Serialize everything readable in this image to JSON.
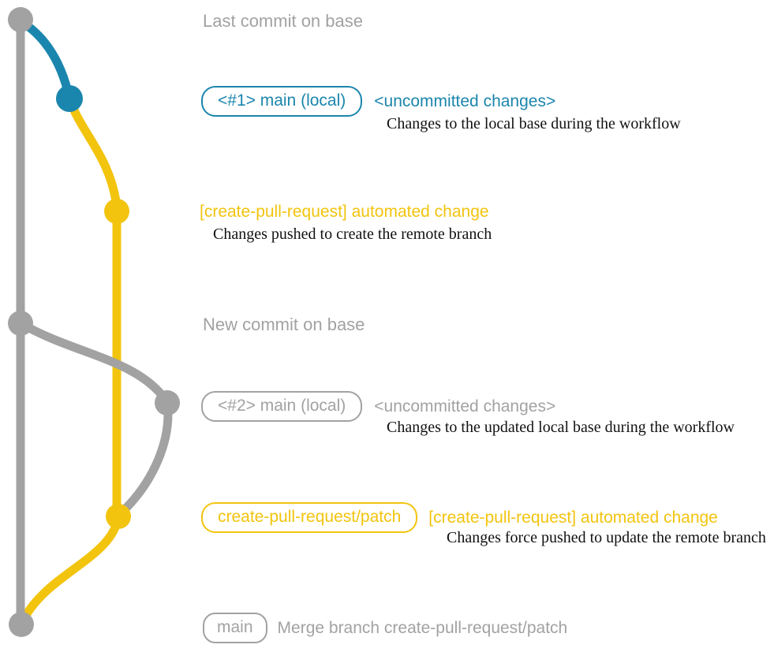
{
  "colors": {
    "gray": "#a2a2a2",
    "teal": "#1b86ad",
    "yellow": "#f2c40e",
    "caption_black": "#111111"
  },
  "graph": {
    "description": "git commit graph",
    "commits": [
      {
        "name": "last-commit-on-base",
        "color_name": "gray"
      },
      {
        "name": "uncommitted-changes-1",
        "color_name": "teal"
      },
      {
        "name": "automated-change-push",
        "color_name": "yellow"
      },
      {
        "name": "new-commit-on-base",
        "color_name": "gray"
      },
      {
        "name": "uncommitted-changes-2",
        "color_name": "gray"
      },
      {
        "name": "automated-change-force-push",
        "color_name": "yellow"
      },
      {
        "name": "merge-commit",
        "color_name": "gray"
      }
    ]
  },
  "annotations": {
    "last_commit_label": "Last commit on base",
    "row1": {
      "badge": "<#1> main (local)",
      "status": "<uncommitted changes>",
      "caption": "Changes to the local base during the workflow"
    },
    "push1": {
      "label": "[create-pull-request] automated change",
      "caption": "Changes pushed to create the remote branch"
    },
    "new_commit_label": "New commit on base",
    "row2": {
      "badge": "<#2> main (local)",
      "status": "<uncommitted changes>",
      "caption": "Changes to the updated local base during the workflow"
    },
    "push2": {
      "badge": "create-pull-request/patch",
      "label": "[create-pull-request] automated change",
      "caption": "Changes force pushed to update the remote branch"
    },
    "merge": {
      "badge": "main",
      "label": "Merge branch create-pull-request/patch"
    }
  }
}
